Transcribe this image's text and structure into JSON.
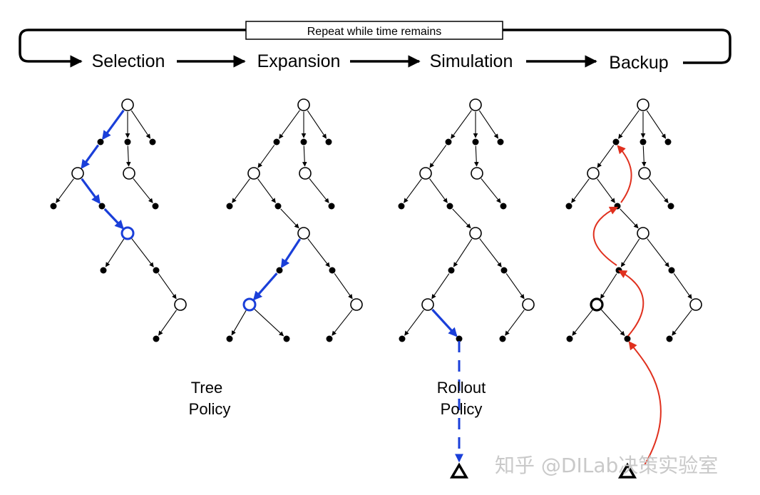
{
  "header": {
    "repeat_label": "Repeat while time remains",
    "phases": [
      "Selection",
      "Expansion",
      "Simulation",
      "Backup"
    ]
  },
  "policies": {
    "tree": [
      "Tree",
      "Policy"
    ],
    "rollout": [
      "Rollout",
      "Policy"
    ]
  },
  "watermark": "知乎 @DILab决策实验室",
  "colors": {
    "line": "#000000",
    "highlight_blue": "#1a3fd9",
    "backup_red": "#e0301e",
    "node_fill": "#ffffff",
    "leaf_fill": "#000000"
  }
}
